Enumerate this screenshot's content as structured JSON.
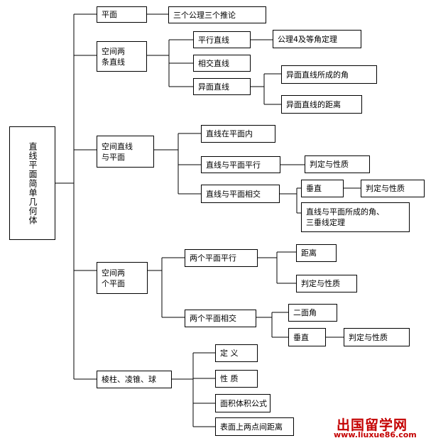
{
  "diagram": {
    "root": "直线平面简单几何体",
    "nodes": {
      "plane": "平面",
      "plane_axioms": "三个公理三个推论",
      "two_lines": "空间两\n条直线",
      "parallel_lines": "平行直线",
      "axiom4": "公理4及等角定理",
      "intersecting_lines": "相交直线",
      "skew_lines": "异面直线",
      "skew_angle": "异面直线所成的角",
      "skew_distance": "异面直线的距离",
      "line_plane": "空间直线\n与平面",
      "line_in_plane": "直线在平面内",
      "line_plane_parallel": "直线与平面平行",
      "lpp_criteria": "判定与性质",
      "line_plane_intersect": "直线与平面相交",
      "perpendicular": "垂直",
      "perp_criteria": "判定与性质",
      "line_plane_angle": "直线与平面所成的角、\n三垂线定理",
      "two_planes": "空间两\n个平面",
      "planes_parallel": "两个平面平行",
      "distance": "距离",
      "pp_criteria": "判定与性质",
      "planes_intersect": "两个平面相交",
      "dihedral_angle": "二面角",
      "planes_perpendicular": "垂直",
      "planes_perp_criteria": "判定与性质",
      "solids": "棱柱、凌锥、球",
      "definition": "定 义",
      "properties": "性 质",
      "area_volume": "面积体积公式",
      "surface_distance": "表面上两点间距离"
    }
  },
  "watermark": {
    "name": "出国留学网",
    "url": "www.liuxue86.com"
  }
}
